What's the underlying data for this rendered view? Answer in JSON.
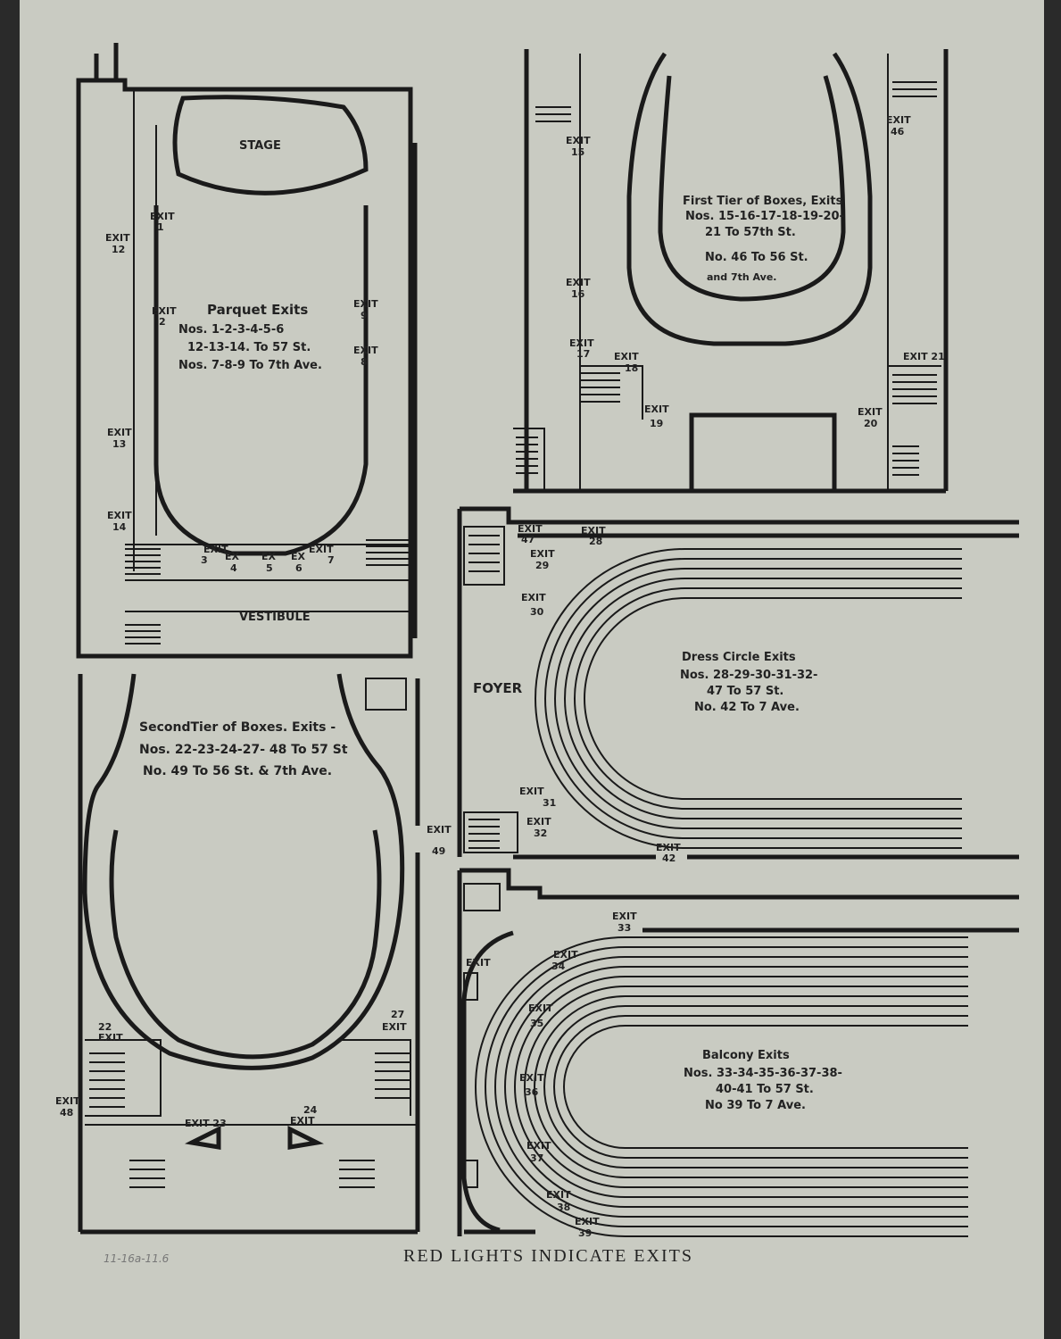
{
  "plans": {
    "parquet": {
      "stage": "STAGE",
      "vestibule": "VESTIBULE",
      "title": "Parquet Exits",
      "line1": "Nos. 1-2-3-4-5-6",
      "line2": "12-13-14. To 57 St.",
      "line3": "Nos. 7-8-9 To 7th Ave.",
      "exits": {
        "e1": [
          "EXIT",
          "1"
        ],
        "e2": [
          "EXIT",
          "2"
        ],
        "e12": [
          "EXIT",
          "12"
        ],
        "e13": [
          "EXIT",
          "13"
        ],
        "e14": [
          "EXIT",
          "14"
        ],
        "e9": [
          "EXIT",
          "9"
        ],
        "e8": [
          "EXIT",
          "8"
        ],
        "e3": [
          "EXIT",
          "3"
        ],
        "e4": [
          "EX",
          "4"
        ],
        "e5": [
          "EX",
          "5"
        ],
        "e6": [
          "EX",
          "6"
        ],
        "e7": [
          "EXIT",
          "7"
        ]
      }
    },
    "first_tier": {
      "title": "First Tier of Boxes, Exits",
      "line1": "Nos. 15-16-17-18-19-20-",
      "line2": "21 To 57th St.",
      "line3": "No. 46 To 56 St.",
      "line4": "and 7th Ave.",
      "exits": {
        "e15": [
          "EXIT",
          "15"
        ],
        "e16": [
          "EXIT",
          "16"
        ],
        "e17": [
          "EXIT",
          "17"
        ],
        "e18": [
          "EXIT",
          "18"
        ],
        "e19": [
          "EXIT",
          "19"
        ],
        "e20": [
          "EXIT",
          "20"
        ],
        "e21": [
          "EXIT 21",
          ""
        ],
        "e46": [
          "EXIT",
          "46"
        ]
      }
    },
    "second_tier": {
      "title": "SecondTier of Boxes. Exits -",
      "line1": "Nos. 22-23-24-27- 48 To 57 St",
      "line2": "No. 49 To 56 St. & 7th Ave.",
      "exits": {
        "e22": [
          "22",
          "EXIT"
        ],
        "e27": [
          "27",
          "EXIT"
        ],
        "e48": [
          "EXIT",
          "48"
        ],
        "e49": [
          "EXIT",
          "49"
        ],
        "e23": [
          "EXIT 23",
          ""
        ],
        "e24": [
          "24",
          "EXIT"
        ]
      }
    },
    "dress_circle": {
      "foyer": "FOYER",
      "title": "Dress Circle Exits",
      "line1": "Nos. 28-29-30-31-32-",
      "line2": "47 To 57 St.",
      "line3": "No. 42 To 7 Ave.",
      "exits": {
        "e47": [
          "EXIT",
          "47"
        ],
        "e28": [
          "EXIT",
          "28"
        ],
        "e29": [
          "EXIT",
          "29"
        ],
        "e30": [
          "EXIT",
          "30"
        ],
        "e31": [
          "EXIT",
          "31"
        ],
        "e32": [
          "EXIT",
          "32"
        ],
        "e42": [
          "EXIT",
          "42"
        ]
      }
    },
    "balcony": {
      "title": "Balcony Exits",
      "line1": "Nos. 33-34-35-36-37-38-",
      "line2": "40-41 To 57 St.",
      "line3": "No 39 To 7 Ave.",
      "exits": {
        "e33": [
          "EXIT",
          "33"
        ],
        "e34": [
          "EXIT",
          "34"
        ],
        "e35": [
          "EXIT",
          "35"
        ],
        "e36": [
          "EXIT",
          "36"
        ],
        "e37": [
          "EXIT",
          "37"
        ],
        "e38": [
          "EXIT",
          "38"
        ],
        "e39": [
          "EXIT",
          "39"
        ],
        "eX": [
          "EXIT",
          ""
        ]
      }
    }
  },
  "footer": "RED LIGHTS INDICATE EXITS",
  "pencil_note": "11-16a-11.6"
}
